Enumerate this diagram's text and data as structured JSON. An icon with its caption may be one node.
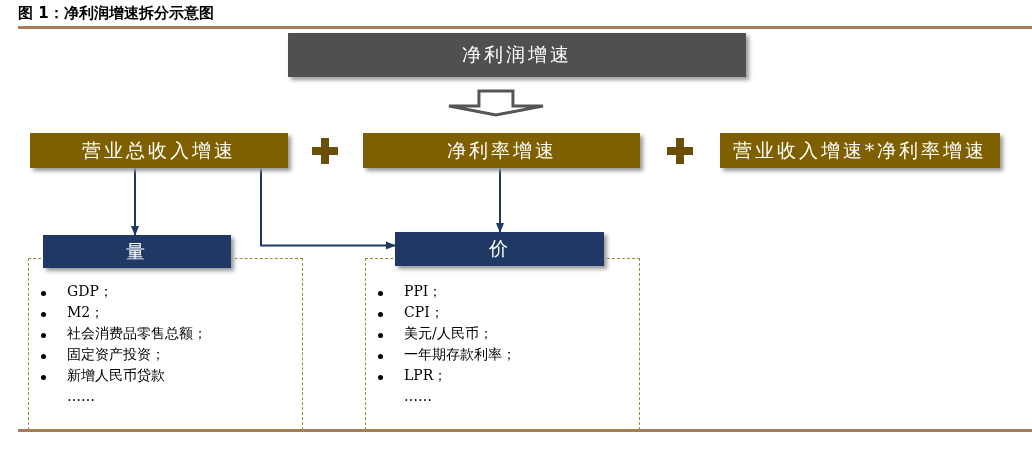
{
  "diagram": {
    "title": "图 1：净利润增速拆分示意图",
    "nodes": [
      {
        "text": [
          "净利润增速"
        ]
      },
      {
        "text": [
          "营业总收入增速"
        ]
      },
      {
        "text": [
          "净利率增速"
        ]
      },
      {
        "text": [
          "营业收入增速*净利率增速"
        ]
      },
      {
        "text": [
          "量"
        ]
      },
      {
        "text": [
          "价"
        ]
      },
      {
        "text": [
          "GDP；",
          "M2；",
          "社会消费品零售总额；",
          "固定资产投资；",
          "新增人民币贷款",
          "……"
        ]
      },
      {
        "text": [
          "PPI；",
          "CPI；",
          "美元/人民币；",
          "一年期存款利率；",
          "LPR；",
          "……"
        ]
      }
    ],
    "edges": [
      {
        "from": 0,
        "to": 2,
        "arrow": "to",
        "style": "thick"
      },
      {
        "from": 1,
        "to": 4,
        "arrow": "to"
      },
      {
        "from": 1,
        "to": 5,
        "arrow": "to"
      },
      {
        "from": 2,
        "to": 5,
        "arrow": "to"
      }
    ]
  }
}
